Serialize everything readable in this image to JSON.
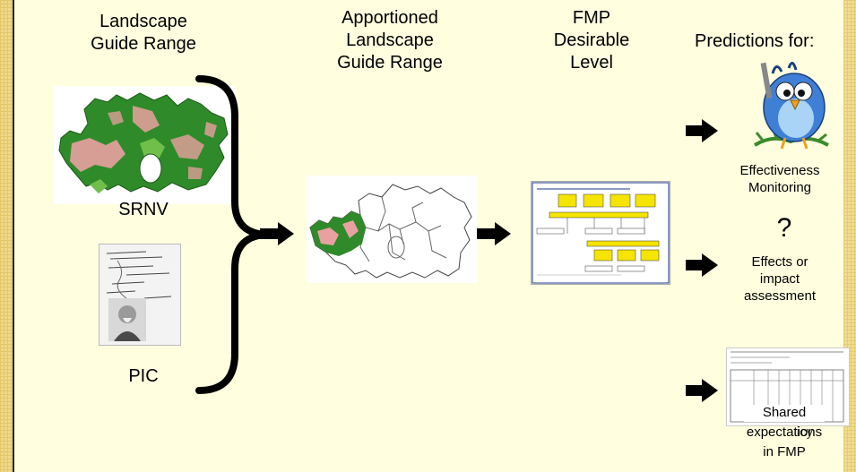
{
  "headers": {
    "landscape_guide_range": "Landscape\nGuide Range",
    "apportioned": "Apportioned\nLandscape\nGuide Range",
    "fmp_desirable": "FMP\nDesirable\nLevel",
    "predictions_for": "Predictions for:"
  },
  "labels": {
    "srnv": "SRNV",
    "pic": "PIC",
    "effectiveness": "Effectiveness\nMonitoring",
    "question_mark": "?",
    "effects": "Effects or\nimpact\nassessment",
    "shared_line1": "Shared",
    "shared_line2": "expectations",
    "shared_line3": "in FMP",
    "ghost_text": "icy"
  },
  "colors": {
    "background": "#fffedf",
    "border_strip": "#efd98a",
    "map_green": "#2f8a2a",
    "map_pink": "#e9a0a0",
    "arrow": "#000000",
    "chart_yellow": "#f5e400",
    "chart_border": "#1a3a8a"
  },
  "icons": [
    "srnv-map-image",
    "pic-document-image",
    "apportioned-map-image",
    "fmp-flowchart-image",
    "bird-image",
    "table-document-image",
    "arrow-right-icon",
    "curly-brace-icon"
  ]
}
